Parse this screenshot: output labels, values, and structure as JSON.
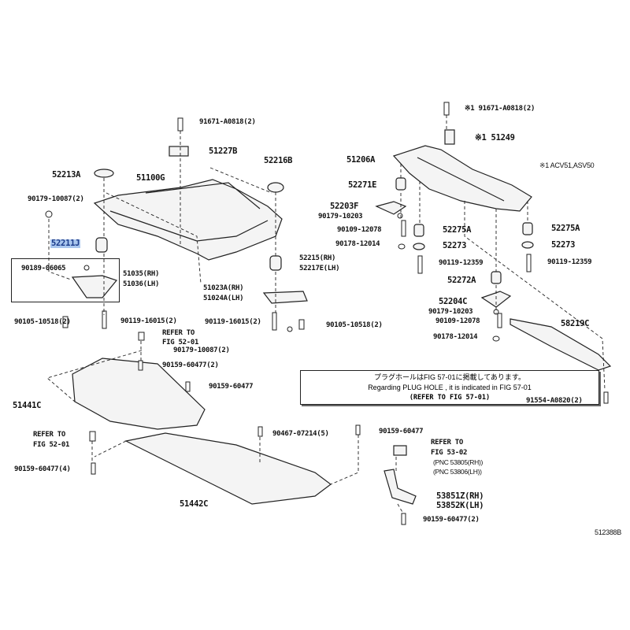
{
  "diagram_id": "512388B",
  "labels": {
    "l1": "91671-A0818(2)",
    "l2": "51227B",
    "l3": "52216B",
    "l4": "52213A",
    "l5": "51100G",
    "l6": "90179-10087(2)",
    "l7": "52211J",
    "l8": "90189-06065",
    "l9": "51035(RH)",
    "l10": "51036(LH)",
    "l11": "52215(RH)",
    "l12": "52217E(LH)",
    "l13": "51023A(RH)",
    "l14": "51024A(LH)",
    "l15": "90105-10518(2)",
    "l16": "90119-16015(2)",
    "l17": "90119-16015(2)",
    "l18": "90105-10518(2)",
    "l19": "90179-10087(2)",
    "r1": "※1 91671-A0818(2)",
    "r2": "※1 51249",
    "r3": "※1 ACV51,ASV50",
    "r4": "51206A",
    "r5": "52271E",
    "r6": "52203F",
    "r7": "90179-10203",
    "r8": "90109-12078",
    "r9": "90178-12014",
    "r10": "52275A",
    "r11": "52273",
    "r12": "90119-12359",
    "r13": "52275A",
    "r14": "52273",
    "r15": "90119-12359",
    "r16": "52272A",
    "r17": "52204C",
    "r18": "90179-10203",
    "r19": "90109-12078",
    "r20": "90178-12014",
    "r21": "58219C",
    "r22": "91554-A0820(2)",
    "b1": "REFER TO",
    "b2": "FIG 52-01",
    "b3": "90159-60477(2)",
    "b4": "90159-60477",
    "b5": "51441C",
    "b6": "REFER TO",
    "b7": "FIG 52-01",
    "b8": "90159-60477(4)",
    "b9": "90467-07214(5)",
    "b10": "90159-60477",
    "b11": "51442C",
    "b12": "REFER TO",
    "b13": "FIG 53-02",
    "b14": "(PNC 53805(RH))",
    "b15": "(PNC 53806(LH))",
    "b16": "53851Z(RH)",
    "b17": "53852K(LH)",
    "b18": "90159-60477(2)"
  },
  "note": {
    "line1": "プラグホールはFIG 57-01に掲載してあります。",
    "line2": "Regarding  PLUG  HOLE , it is indicated in FIG  57-01",
    "line3": "(REFER  TO  FIG  57-01)"
  }
}
